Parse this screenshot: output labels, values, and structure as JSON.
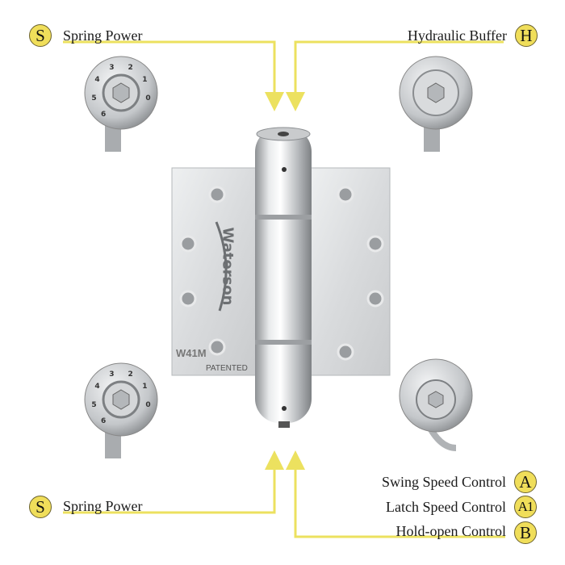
{
  "callouts": {
    "spring_power_top": {
      "badge": "S",
      "label": "Spring Power"
    },
    "hydraulic_buffer": {
      "badge": "H",
      "label": "Hydraulic Buffer"
    },
    "spring_power_bottom": {
      "badge": "S",
      "label": "Spring Power"
    },
    "swing_speed": {
      "badge": "A",
      "label": "Swing Speed Control"
    },
    "latch_speed": {
      "badge": "A1",
      "label": "Latch Speed Control"
    },
    "hold_open": {
      "badge": "B",
      "label": "Hold-open Control"
    }
  },
  "hinge": {
    "brand": "Waterson",
    "model": "W41M",
    "patent_mark": "PATENTED"
  },
  "spring_dial_digits": [
    "0",
    "1",
    "2",
    "3",
    "4",
    "5",
    "6"
  ],
  "colors": {
    "accent_yellow": "#f0de5a",
    "line_yellow": "#ece15f",
    "metal": "#d6d8da"
  }
}
